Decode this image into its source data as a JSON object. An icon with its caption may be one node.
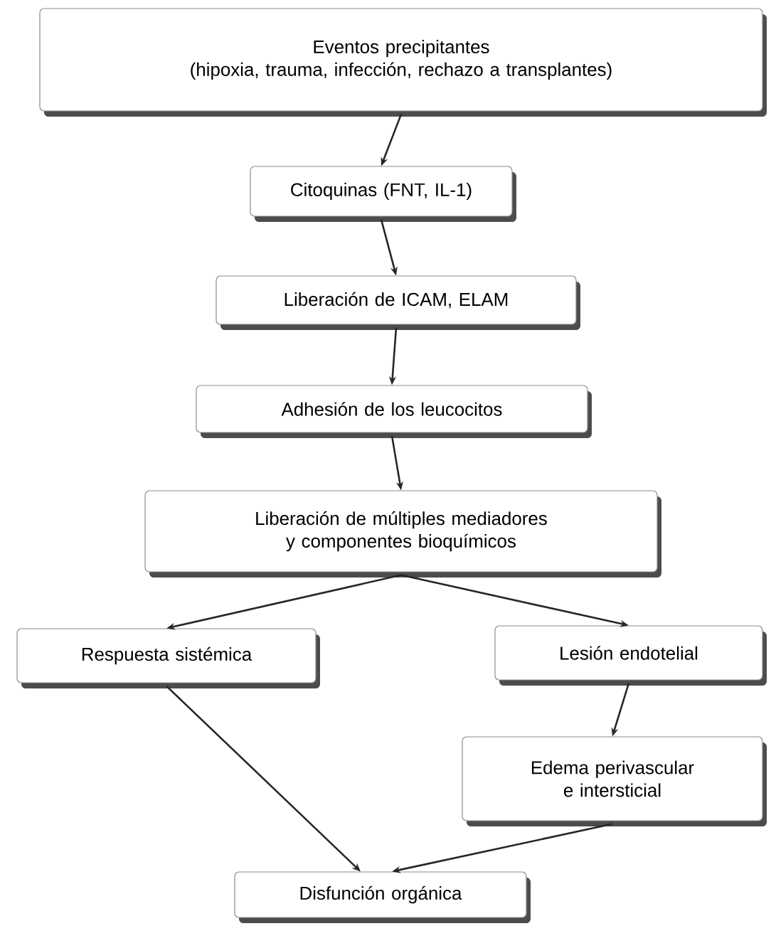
{
  "diagram": {
    "nodes": [
      {
        "text": [
          "Eventos precipitantes",
          "(hipoxia, trauma, infección, rechazo a transplantes)"
        ]
      },
      {
        "text": [
          "Citoquinas (FNT, IL-1)"
        ]
      },
      {
        "text": [
          "Liberación de ICAM, ELAM"
        ]
      },
      {
        "text": [
          "Adhesión de los leucocitos"
        ]
      },
      {
        "text": [
          "Liberación de múltiples mediadores y componentes bioquímicos"
        ]
      },
      {
        "text": [
          "Respuesta sistémica"
        ]
      },
      {
        "text": [
          "Lesión endotelial"
        ]
      },
      {
        "text": [
          "Edema perivascular e intersticial"
        ]
      },
      {
        "text": [
          "Disfunción orgánica"
        ]
      }
    ],
    "edges": [
      {
        "from": 0,
        "to": 1,
        "arrow": "to"
      },
      {
        "from": 1,
        "to": 2,
        "arrow": "to"
      },
      {
        "from": 2,
        "to": 3,
        "arrow": "to"
      },
      {
        "from": 3,
        "to": 4,
        "arrow": "to"
      },
      {
        "from": 4,
        "to": 5,
        "arrow": "to"
      },
      {
        "from": 4,
        "to": 6,
        "arrow": "to"
      },
      {
        "from": 5,
        "to": 8,
        "arrow": "to"
      },
      {
        "from": 6,
        "to": 7,
        "arrow": "to"
      },
      {
        "from": 7,
        "to": 8,
        "arrow": "to"
      }
    ]
  }
}
